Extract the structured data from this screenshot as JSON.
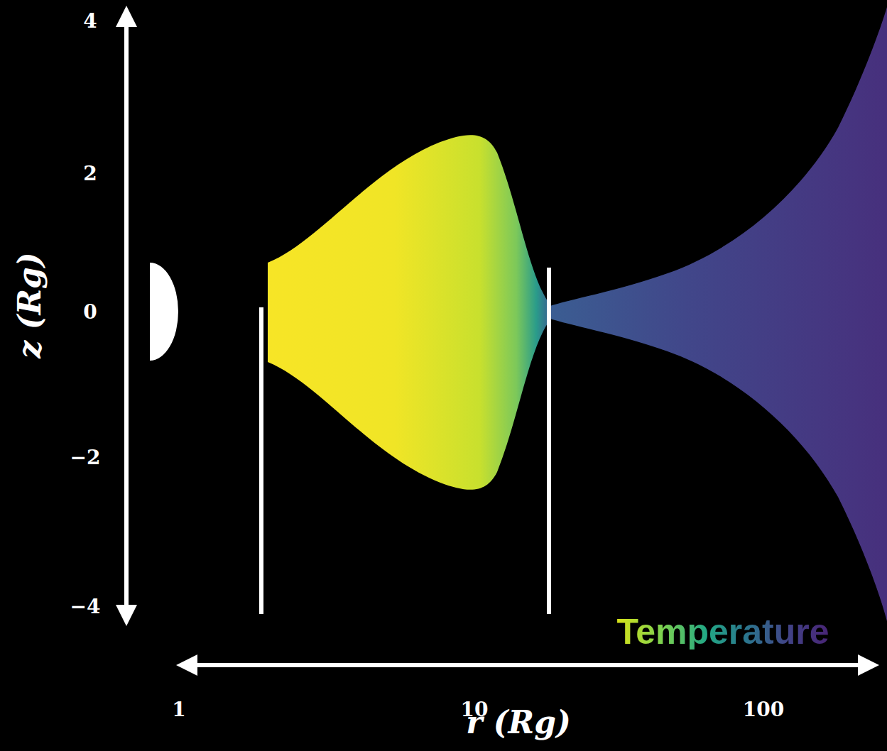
{
  "diagram": {
    "labels": [
      "4",
      "2",
      "0",
      "−2",
      "−4",
      "z (Rg)",
      "1",
      "10",
      "100",
      "r (Rg)",
      "Temperature"
    ]
  }
}
